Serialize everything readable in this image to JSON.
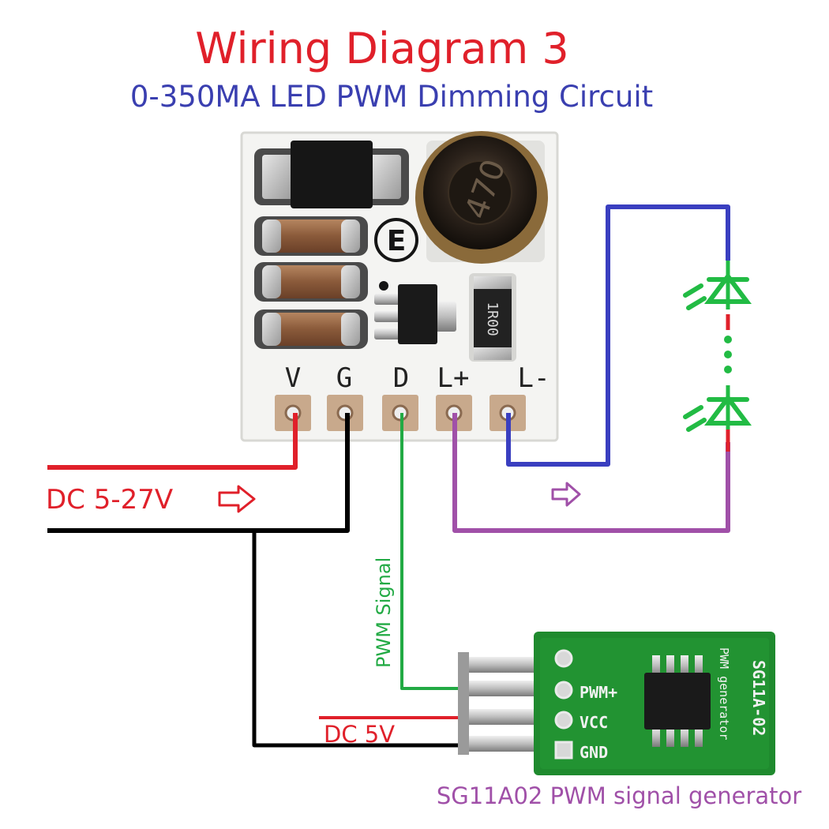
{
  "title": "Wiring Diagram 3",
  "subtitle": "0-350MA LED PWM Dimming Circuit",
  "colors": {
    "title": "#e0202a",
    "subtitle": "#3a3fb0",
    "power": "#e0202a",
    "ground": "#000000",
    "signal": "#22aa44",
    "led_plus": "#a050a8",
    "led_minus": "#3a3fc0",
    "led_symbol": "#22bb44",
    "caption": "#a050a8",
    "driver_board": "#f4f4f2",
    "generator_board": "#1f8a2e"
  },
  "driver_module": {
    "inductor_marking": "470",
    "resistor_marking": "1R00",
    "logo": "E",
    "pins": [
      "V",
      "G",
      "D",
      "L+",
      "L-"
    ]
  },
  "input": {
    "label": "DC 5-27V",
    "arrow_icon": "hollow-right-arrow-icon"
  },
  "led_string": {
    "arrow_icon": "hollow-right-arrow-icon",
    "symbol_icon": "led-diode-icon",
    "ellipsis_icon": "vertical-dots-icon"
  },
  "signal_label": "PWM Signal",
  "generator_module": {
    "model": "SG11A-02",
    "title_text": "PWM generator",
    "pins": [
      "PWM+",
      "VCC",
      "GND"
    ],
    "supply_label": "DC 5V"
  },
  "caption": "SG11A02 PWM signal generator"
}
